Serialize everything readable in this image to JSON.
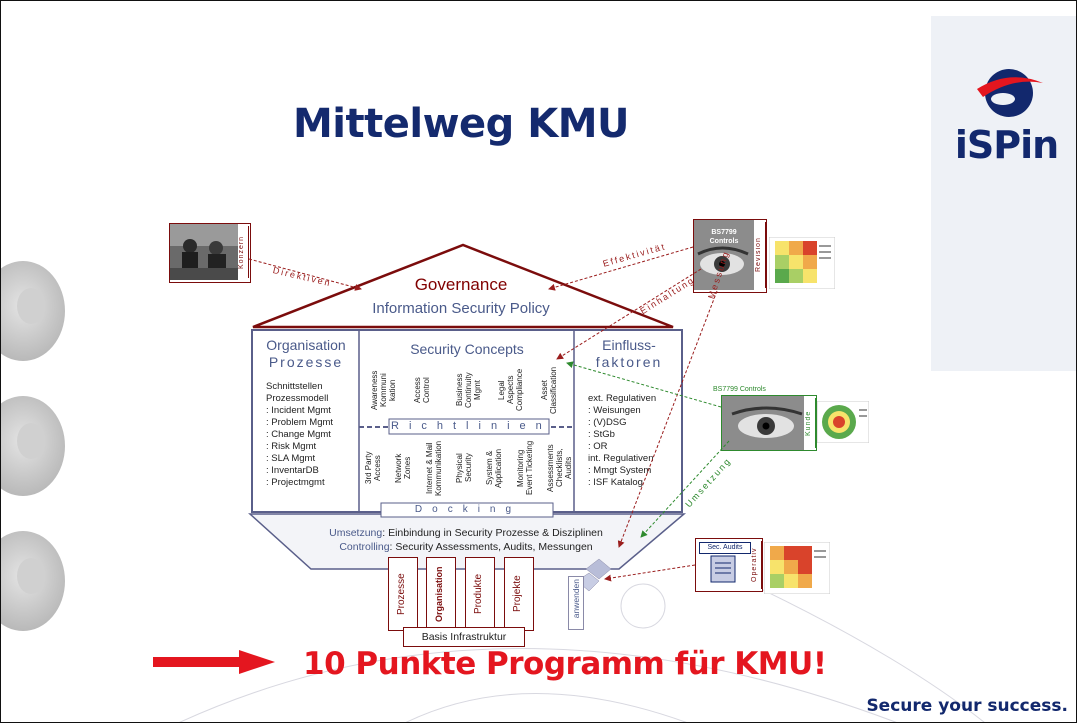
{
  "slide": {
    "title": "Mittelweg KMU",
    "logo": "iSPin",
    "tagline": "Secure your success.",
    "program": "10 Punkte Programm für KMU!"
  },
  "colors": {
    "title": "#142a6e",
    "accent": "#e4161f",
    "roof": "#7b0c0c",
    "frame": "#5a5f8a",
    "green": "#2e8a2e"
  },
  "roof": {
    "title": "Governance",
    "subtitle": "Information Security Policy"
  },
  "left_column": {
    "title_line1": "Organisation",
    "title_line2": "Prozesse",
    "items": [
      "Schnittstellen",
      "Prozessmodell",
      ": Incident Mgmt",
      ": Problem Mgmt",
      ": Change Mgmt",
      ": Risk Mgmt",
      ": SLA Mgmt",
      ": InventarDB",
      ": Projectmgmt"
    ]
  },
  "center_column": {
    "title": "Security Concepts",
    "top_items": [
      "Awareness\nKommuni\nkation",
      "Access\nControl",
      "Business\nContinuity\nMgmt",
      "Legal\nAspects\nCompliance",
      "Asset\nClassification"
    ],
    "band_label": "Richtlinien",
    "bottom_items": [
      "3rd Party\nAccess",
      "Network\nZones",
      "Internet & Mail\nKommunikation",
      "Physical\nSecurity",
      "System &\nApplication",
      "Monitoring\nEvent Ticketing",
      "Assessments\nChecklists, Audits"
    ],
    "docking_label": "Docking"
  },
  "right_column": {
    "title_line1": "Einfluss-",
    "title_line2": "faktoren",
    "items": [
      "ext. Regulativen",
      ": Weisungen",
      ": (V)DSG",
      ": StGb",
      ": OR",
      "int. Regulativen",
      ": Mmgt System",
      ": ISF Katalog"
    ]
  },
  "base": {
    "line1_label": "Umsetzung",
    "line1_text": ": Einbindung in Security Prozesse & Disziplinen",
    "line2_label": "Controlling",
    "line2_text": ": Security Assessments, Audits, Messungen"
  },
  "pillars": [
    "Prozesse",
    "Organisation",
    "Produkte",
    "Projekte"
  ],
  "basis": "Basis Infrastruktur",
  "anwenden": "anwenden",
  "external": {
    "konzern_tag": "Konzern",
    "revision_caption": "BS7799\nControls",
    "revision_tag": "Revision",
    "kunde_caption": "BS7799 Controls",
    "kunde_tag": "Kunde",
    "audits_caption": "Sec. Audits",
    "audits_tag": "Operativ"
  },
  "arrows": {
    "direktiven": "Direktiven",
    "effektivitaet": "Effektivität",
    "einhaltung": "Einhaltung",
    "messung": "Messung",
    "umsetzung": "Umsetzung"
  }
}
